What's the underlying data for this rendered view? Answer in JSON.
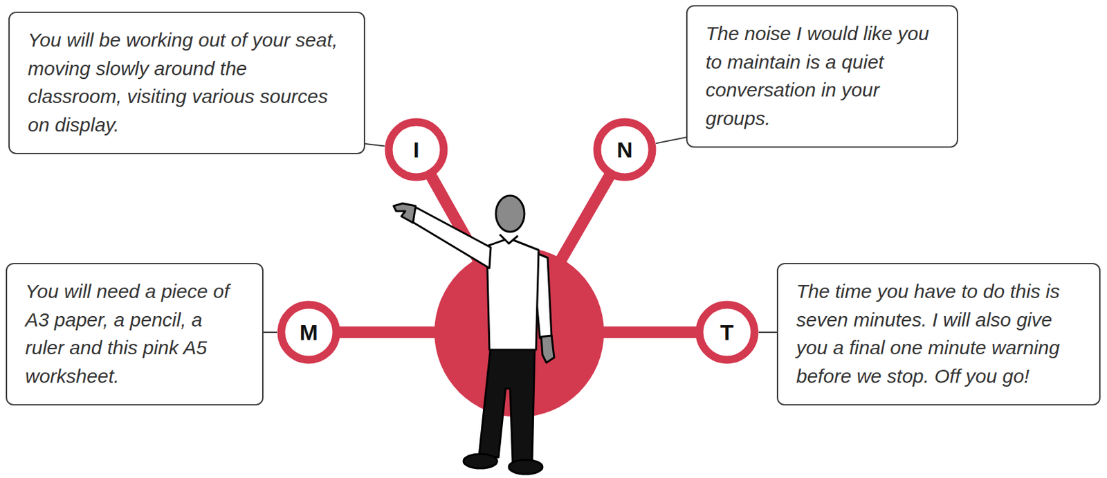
{
  "diagram": {
    "nodes": [
      {
        "text": [
          "You will be working out of your seat, moving slowly around the classroom, visiting various sources on display."
        ]
      },
      {
        "text": [
          "I"
        ]
      },
      {
        "text": [
          "N"
        ]
      },
      {
        "text": [
          "The noise I would like you to maintain is a quiet conversation in your groups."
        ]
      },
      {
        "text": [
          "You will need a piece of A3 paper, a pencil, a ruler and this pink A5 worksheet."
        ]
      },
      {
        "text": [
          "M"
        ]
      },
      {
        "text": [
          "T"
        ]
      },
      {
        "text": [
          "The time you have to do this is seven minutes. I will also give you a final one minute warning before we stop. Off you go!"
        ]
      }
    ],
    "edges": [
      {
        "from": 0,
        "to": 1,
        "arrow": "none"
      },
      {
        "from": 3,
        "to": 2,
        "arrow": "none"
      },
      {
        "from": 4,
        "to": 5,
        "arrow": "none"
      },
      {
        "from": 7,
        "to": 6,
        "arrow": "none"
      }
    ]
  }
}
